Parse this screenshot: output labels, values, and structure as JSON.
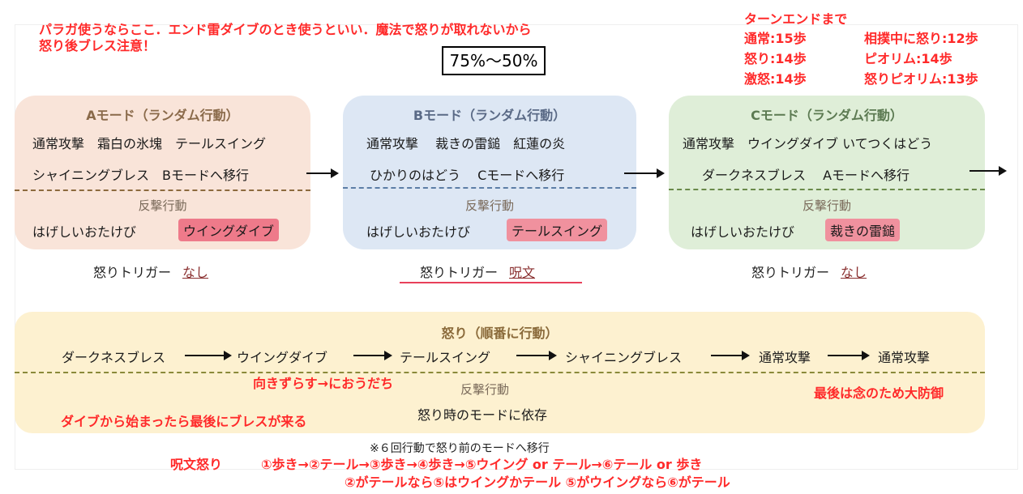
{
  "top_note": {
    "line1": "パラガ使うならここ．エンド雷ダイブのとき使うといい．魔法で怒りが取れないから",
    "line2": "怒り後ブレス注意！"
  },
  "percent_box": "75%〜50%",
  "turn_end": {
    "title": "ターンエンドまで",
    "rows": [
      {
        "left": "通常:15歩",
        "right": "相撲中に怒り:12歩"
      },
      {
        "left": "怒り:14歩",
        "right": "ピオリム:14歩"
      },
      {
        "left": "激怒:14歩",
        "right": "怒りピオリム:13歩"
      }
    ]
  },
  "modes": {
    "a": {
      "title": "Aモード（ランダム行動）",
      "row1": "通常攻撃　霜白の氷塊　テールスイング",
      "row2": "シャイニングブレス　Bモードへ移行",
      "counter_label": "反撃行動",
      "counter_left": "はげしいおたけび",
      "counter_hl": "ウイングダイブ",
      "trigger_label": "怒りトリガー",
      "trigger_value": "なし"
    },
    "b": {
      "title": "Bモード（ランダム行動）",
      "row1": "通常攻撃　 裁きの雷鎚　紅蓮の炎",
      "row2": "ひかりのはどう　 Cモードへ移行",
      "counter_label": "反撃行動",
      "counter_left": "はげしいおたけび",
      "counter_hl": "テールスイング",
      "trigger_label": "怒りトリガー",
      "trigger_value": "呪文"
    },
    "c": {
      "title": "Cモード（ランダム行動）",
      "row1": "通常攻撃　ウイングダイブ いてつくはどう",
      "row2": "ダークネスブレス　 Aモードへ移行",
      "counter_label": "反撃行動",
      "counter_left": "はげしいおたけび",
      "counter_hl": "裁きの雷鎚",
      "trigger_label": "怒りトリガー",
      "trigger_value": "なし"
    }
  },
  "anger": {
    "title": "怒り（順番に行動）",
    "sequence": [
      "ダークネスブレス",
      "ウイングダイブ",
      "テールスイング",
      "シャイニングブレス",
      "通常攻撃",
      "通常攻撃"
    ],
    "counter_label": "反撃行動",
    "counter_value": "怒り時のモードに依存",
    "note_left1": "向きずらす→におうだち",
    "note_left2": "ダイブから始まったら最後にブレスが来る",
    "note_right": "最後は念のため大防御"
  },
  "footnote": "※６回行動で怒り前のモードへ移行",
  "bottom_note": {
    "label": "呪文怒り",
    "line1": "①歩き→②テール→③歩き→④歩き→⑤ウイング or テール→⑥テール or 歩き",
    "line2": "②がテールなら⑤はウイングかテール ⑤がウイングなら⑥がテール"
  }
}
